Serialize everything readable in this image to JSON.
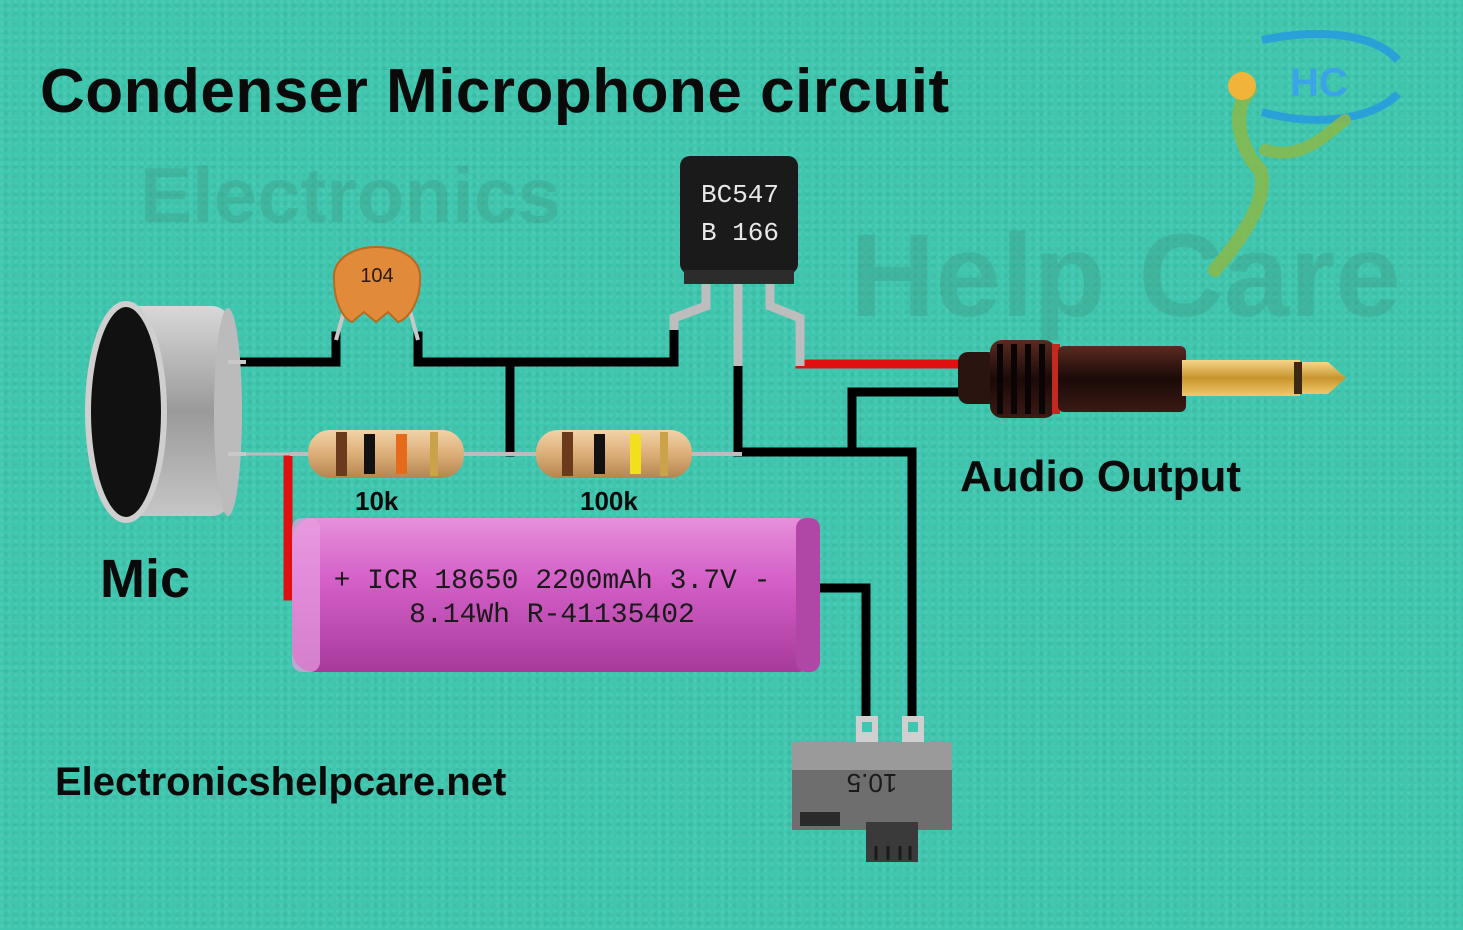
{
  "title": "Condenser Microphone circuit",
  "watermark": {
    "line1": "Electronics",
    "line2": "Help Care",
    "logo_text": "HC"
  },
  "labels": {
    "mic": "Mic",
    "audio_output": "Audio Output",
    "website": "Electronicshelpcare.net",
    "resistor_1": "10k",
    "resistor_2": "100k"
  },
  "components": {
    "capacitor_code": "104",
    "transistor_line1": "BC547",
    "transistor_line2": "B 166",
    "battery_line1": "+ ICR 18650 2200mAh 3.7V -",
    "battery_line2": "8.14Wh R-41135402",
    "switch_marking": "10.5"
  },
  "colors": {
    "background": "#3fc6ae",
    "wire": "#000000",
    "wire_positive": "#e01010",
    "battery": "#d460c8",
    "capacitor": "#e08a3a",
    "transistor": "#1a1a1a"
  }
}
